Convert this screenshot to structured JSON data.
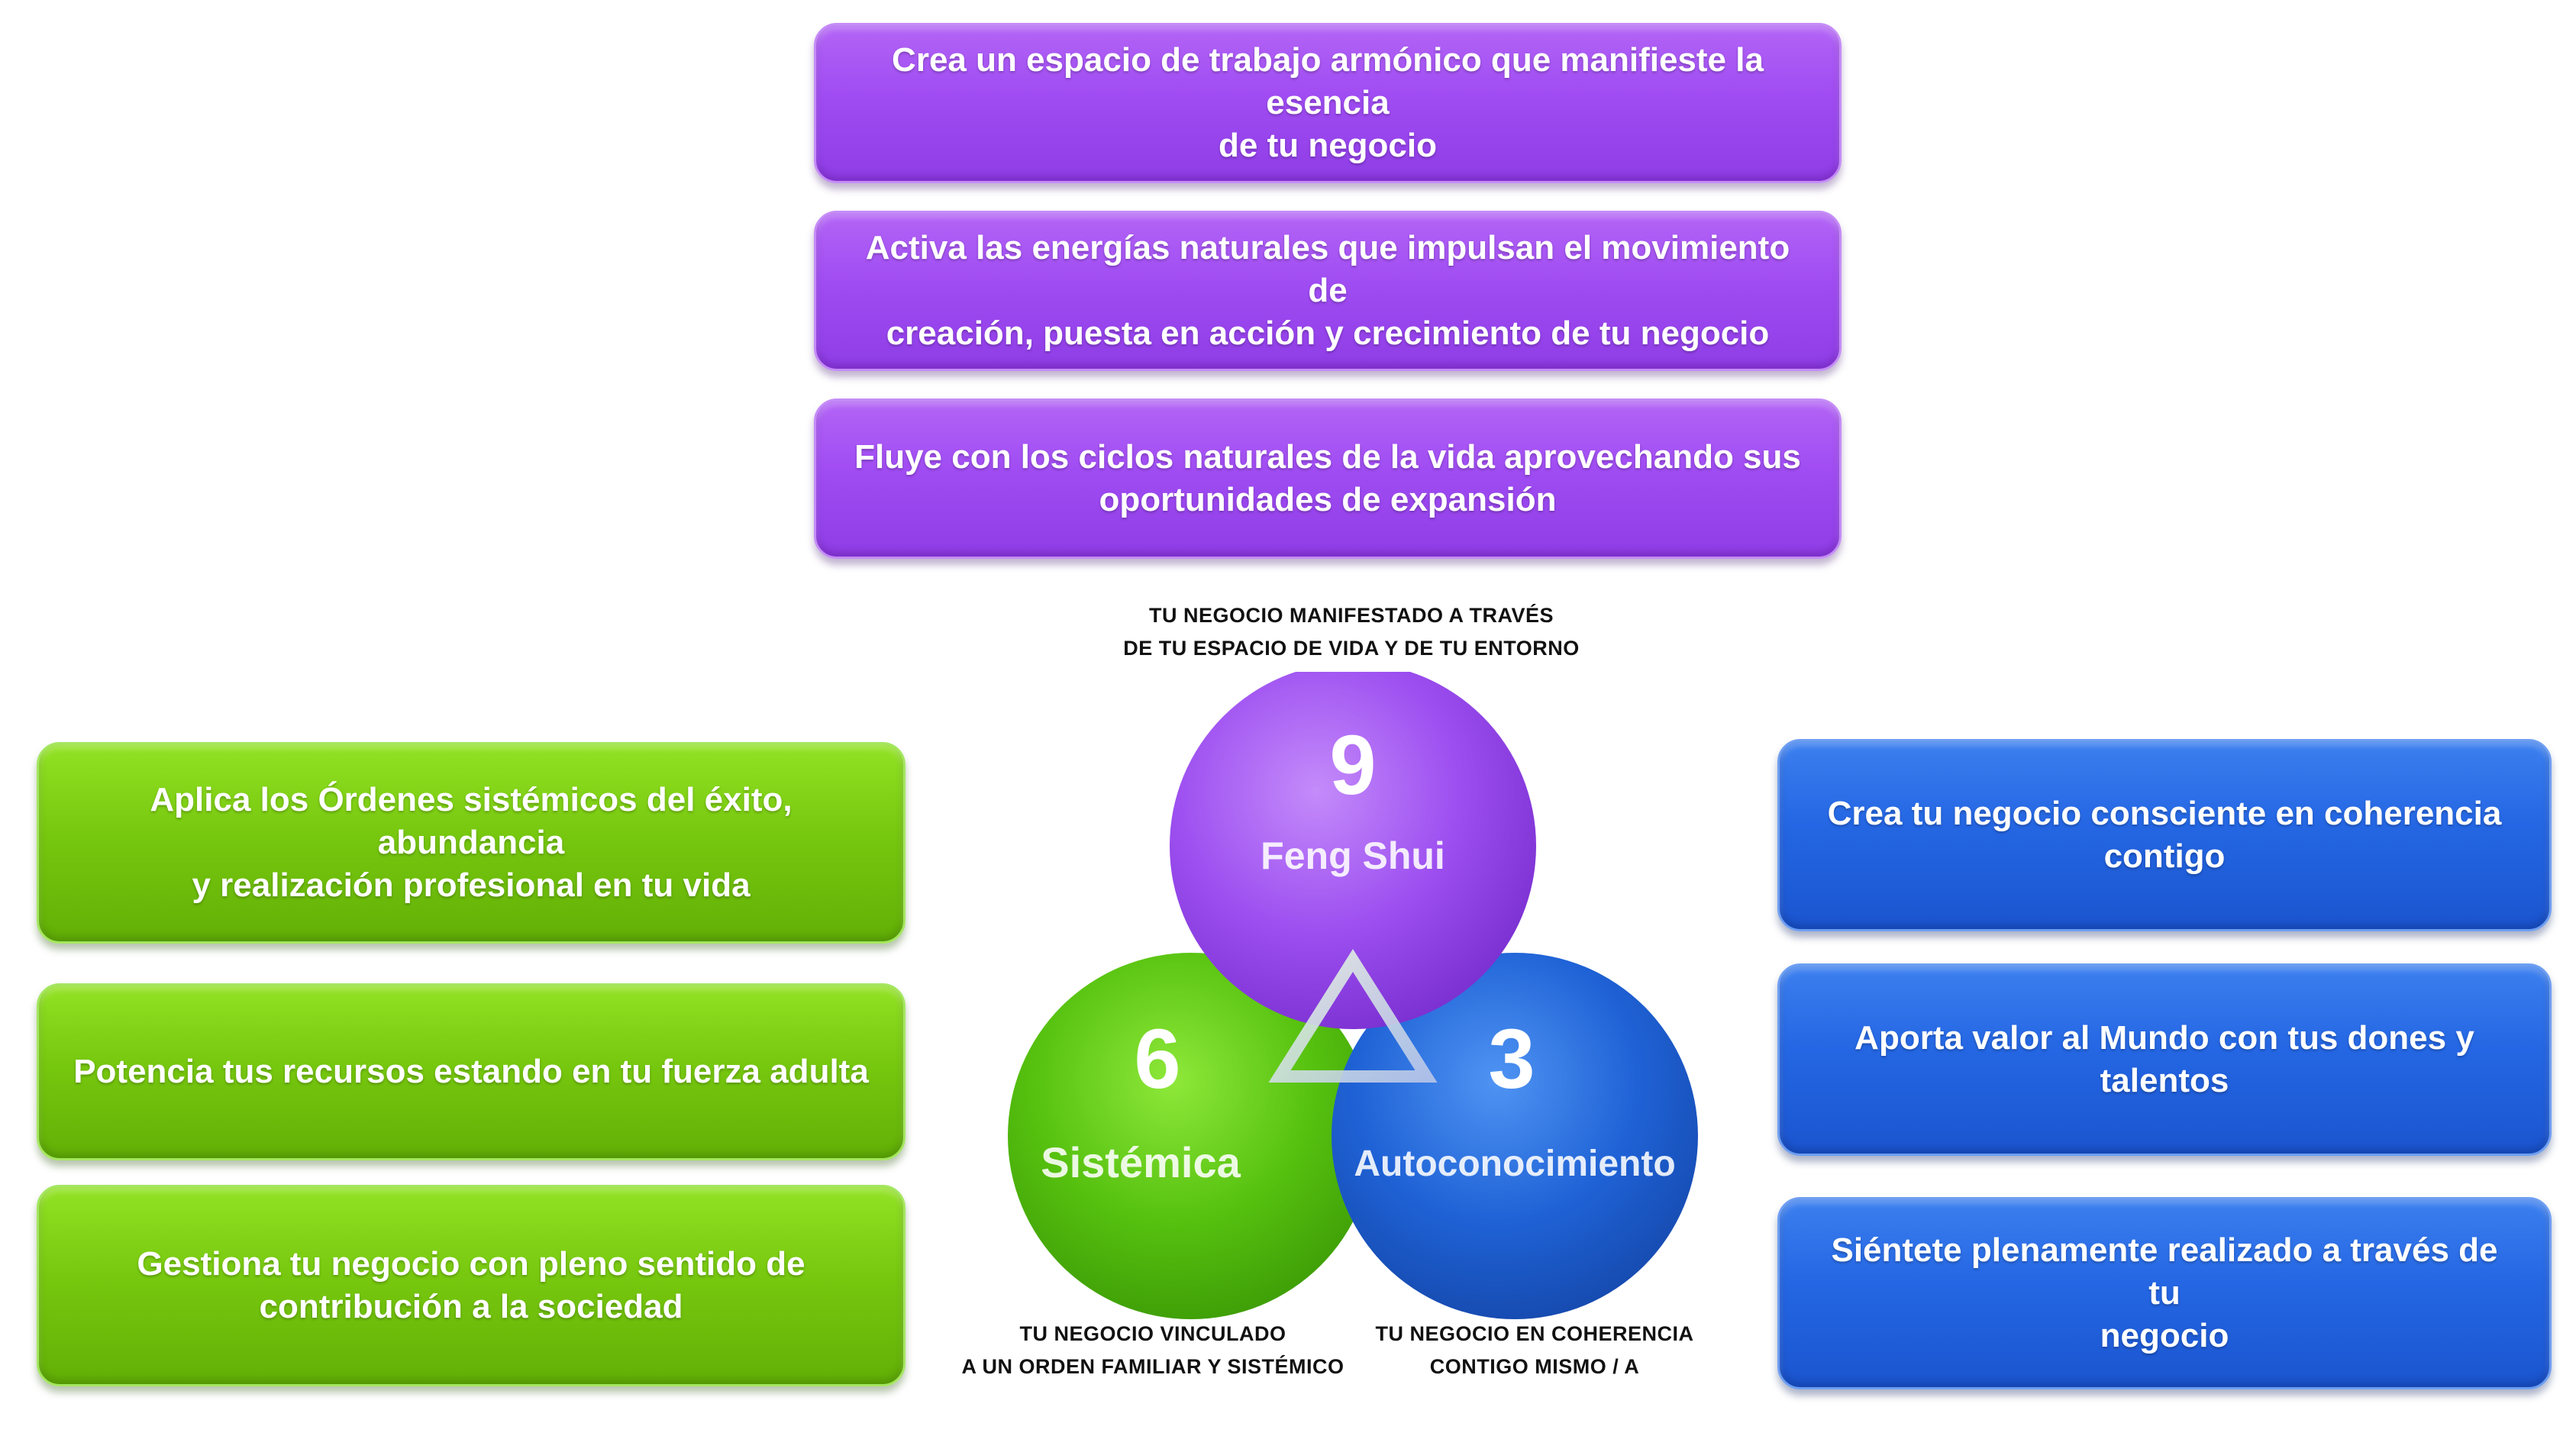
{
  "top_boxes": [
    {
      "line1": "Crea un espacio de trabajo armónico que manifieste la esencia",
      "line2": "de tu negocio"
    },
    {
      "line1": "Activa las energías naturales que impulsan el movimiento de",
      "line2": "creación, puesta en acción y crecimiento de tu negocio"
    },
    {
      "line1": "Fluye con los ciclos naturales de la vida aprovechando sus",
      "line2": "oportunidades de expansión"
    }
  ],
  "left_boxes": [
    {
      "line1": "Aplica los Órdenes sistémicos del éxito, abundancia",
      "line2": "y realización profesional en tu vida"
    },
    {
      "line1": "Potencia tus recursos estando en tu fuerza adulta",
      "line2": ""
    },
    {
      "line1": "Gestiona tu negocio con pleno sentido de",
      "line2": "contribución a la sociedad"
    }
  ],
  "right_boxes": [
    {
      "line1": "Crea tu negocio consciente en coherencia",
      "line2": "contigo"
    },
    {
      "line1": "Aporta valor al Mundo con tus dones y",
      "line2": "talentos"
    },
    {
      "line1": "Siéntete plenamente realizado a través de tu",
      "line2": "negocio"
    }
  ],
  "captions": {
    "top": {
      "line1": "TU NEGOCIO MANIFESTADO A TRAVÉS",
      "line2": "DE TU ESPACIO DE VIDA Y DE TU ENTORNO"
    },
    "bottom_left": {
      "line1": "TU NEGOCIO VINCULADO",
      "line2": "A UN ORDEN FAMILIAR Y SISTÉMICO"
    },
    "bottom_right": {
      "line1": "TU NEGOCIO EN COHERENCIA",
      "line2": "CONTIGO MISMO / A"
    }
  },
  "circles": {
    "feng_shui": {
      "number": "9",
      "label": "Feng Shui",
      "color": "#9d4ff0"
    },
    "sistemica": {
      "number": "6",
      "label": "Sistémica",
      "color": "#56c10f"
    },
    "autoconocimiento": {
      "number": "3",
      "label": "Autoconocimiento",
      "color": "#1f62d6"
    }
  },
  "center_icon": "triangle-outline-icon",
  "colors": {
    "purple_box": "#a04cf3",
    "green_box": "#77c80f",
    "blue_box": "#2466e3"
  }
}
